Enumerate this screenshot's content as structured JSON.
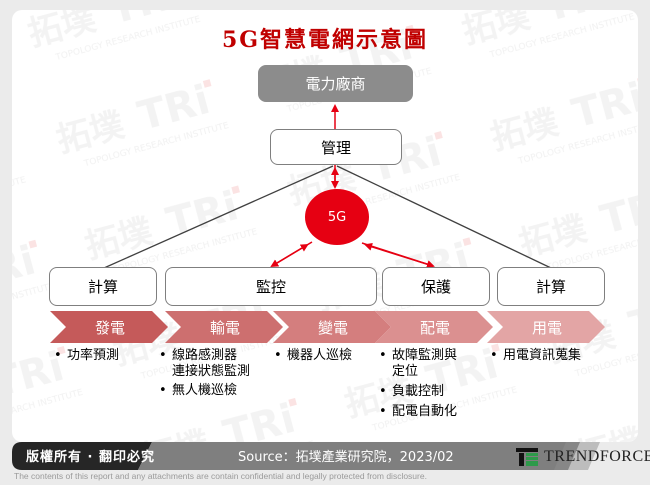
{
  "diagram": {
    "title": "5G智慧電網示意圖",
    "top_node": "電力廠商",
    "management_node": "管理",
    "center_node": "5G",
    "function_boxes": [
      {
        "label": "計算"
      },
      {
        "label": "監控"
      },
      {
        "label": "保護"
      },
      {
        "label": "計算"
      }
    ],
    "stages": [
      {
        "label": "發電",
        "color": "#c55a5a",
        "bullets": [
          [
            "功率預測"
          ]
        ]
      },
      {
        "label": "輸電",
        "color": "#cd6f6f",
        "bullets": [
          [
            "線路感測器",
            "連接狀態監測"
          ],
          [
            "無人機巡檢"
          ]
        ]
      },
      {
        "label": "變電",
        "color": "#d47e7e",
        "bullets": [
          [
            "機器人巡檢"
          ]
        ]
      },
      {
        "label": "配電",
        "color": "#db9090",
        "bullets": [
          [
            "故障監測與",
            "定位"
          ],
          [
            "負載控制"
          ],
          [
            "配電自動化"
          ]
        ]
      },
      {
        "label": "用電",
        "color": "#e3a5a5",
        "bullets": [
          [
            "用電資訊蒐集"
          ]
        ]
      }
    ],
    "colors": {
      "title": "#c00000",
      "center": "#e60012",
      "arrow": "#e60012",
      "connector": "#404040",
      "top_node_bg": "#8c8c8c"
    }
  },
  "footer": {
    "copyright": "版權所有 · 翻印必究",
    "source": "Source：拓墣產業研究院，2023/02",
    "brand": "TRENDFORCE",
    "disclaimer": "The contents of this report and any attachments are contain confidential and legally protected from disclosure."
  },
  "watermark": {
    "text_cn": "拓墣",
    "text_en": "TOPOLOGY RESEARCH INSTITUTE",
    "logo": "TRi"
  }
}
